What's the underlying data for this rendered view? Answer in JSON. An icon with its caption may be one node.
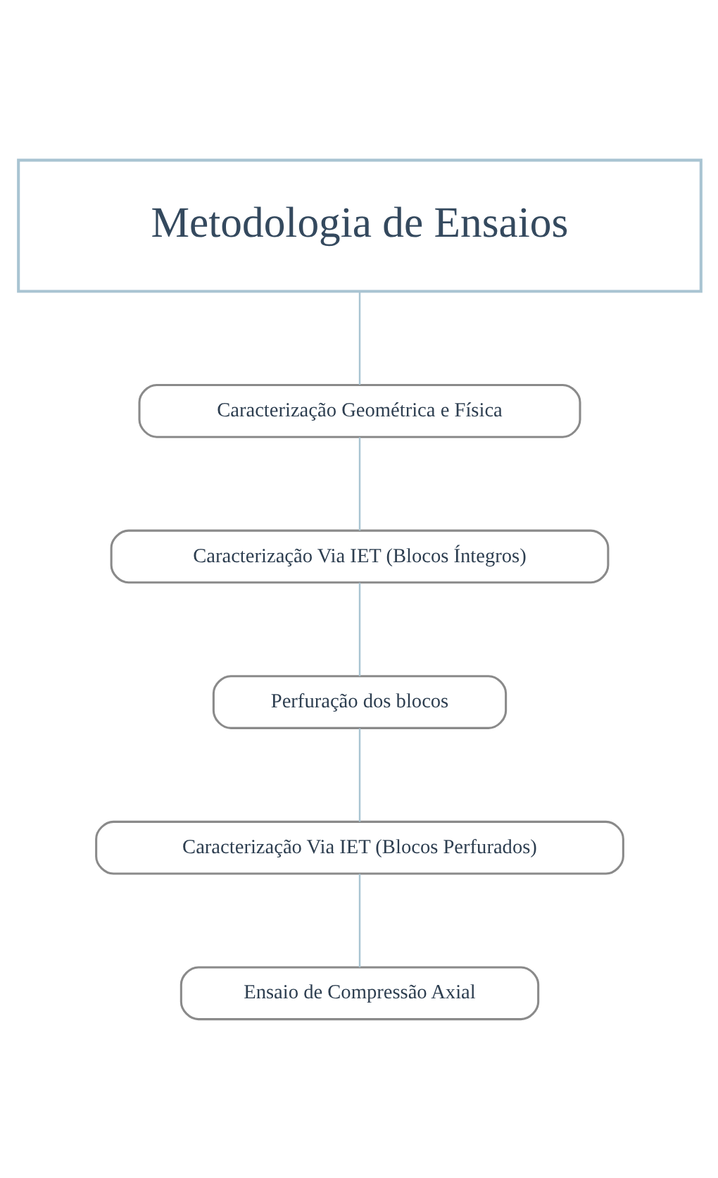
{
  "diagram": {
    "nodes": [
      {
        "text": [
          "Metodologia de Ensaios"
        ]
      },
      {
        "text": [
          "Caracterização Geométrica e Física"
        ]
      },
      {
        "text": [
          "Caracterização Via IET (Blocos Íntegros)"
        ]
      },
      {
        "text": [
          "Perfuração dos blocos"
        ]
      },
      {
        "text": [
          "Caracterização Via IET (Blocos Perfurados)"
        ]
      },
      {
        "text": [
          "Ensaio de Compressão Axial"
        ]
      }
    ],
    "edges": [
      {
        "from": 0,
        "to": 1,
        "arrow": "none"
      },
      {
        "from": 1,
        "to": 2,
        "arrow": "none"
      },
      {
        "from": 2,
        "to": 3,
        "arrow": "none"
      },
      {
        "from": 3,
        "to": 4,
        "arrow": "none"
      },
      {
        "from": 4,
        "to": 5,
        "arrow": "none"
      }
    ]
  }
}
